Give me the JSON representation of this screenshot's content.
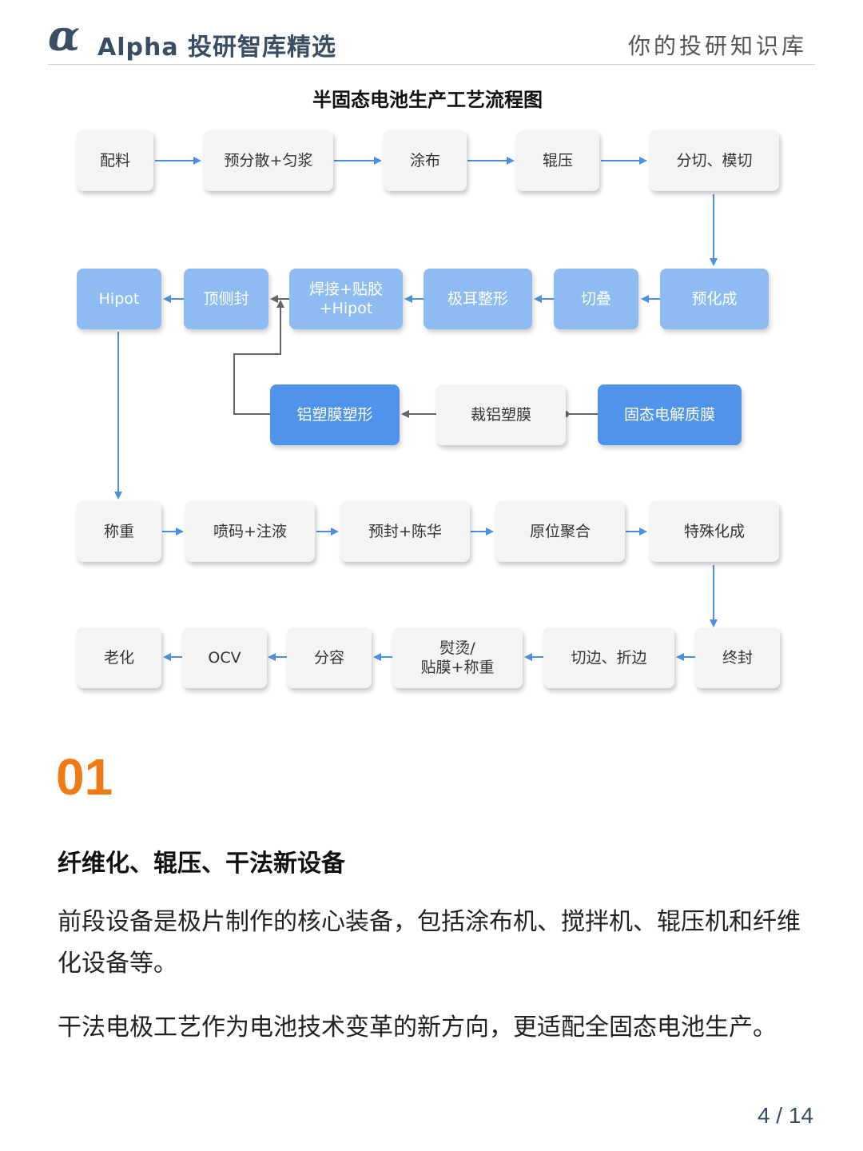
{
  "header": {
    "logo": "α",
    "brand": "Alpha 投研智库精选",
    "tagline": "你的投研知识库"
  },
  "diagram": {
    "title": "半固态电池生产工艺流程图",
    "colors": {
      "gray": "#f4f4f4",
      "light_blue": "#8ebcf2",
      "mid_blue": "#4f94ea",
      "arrow": "#4a90e2"
    },
    "row1": [
      "配料",
      "预分散+匀浆",
      "涂布",
      "辊压",
      "分切、模切"
    ],
    "row2": [
      "Hipot",
      "顶侧封",
      "焊接+贴胶\n+Hipot",
      "极耳整形",
      "切叠",
      "预化成"
    ],
    "row3": [
      "铝塑膜塑形",
      "裁铝塑膜",
      "固态电解质膜"
    ],
    "row4": [
      "称重",
      "喷码+注液",
      "预封+陈华",
      "原位聚合",
      "特殊化成"
    ],
    "row5": [
      "老化",
      "OCV",
      "分容",
      "熨烫/\n贴膜+称重",
      "切边、折边",
      "终封"
    ]
  },
  "section": {
    "number": "01",
    "title": "纤维化、辊压、干法新设备",
    "para1": "前段设备是极片制作的核心装备，包括涂布机、搅拌机、辊压机和纤维化设备等。",
    "para2": "干法电极工艺作为电池技术变革的新方向，更适配全固态电池生产。"
  },
  "page": "4 / 14"
}
